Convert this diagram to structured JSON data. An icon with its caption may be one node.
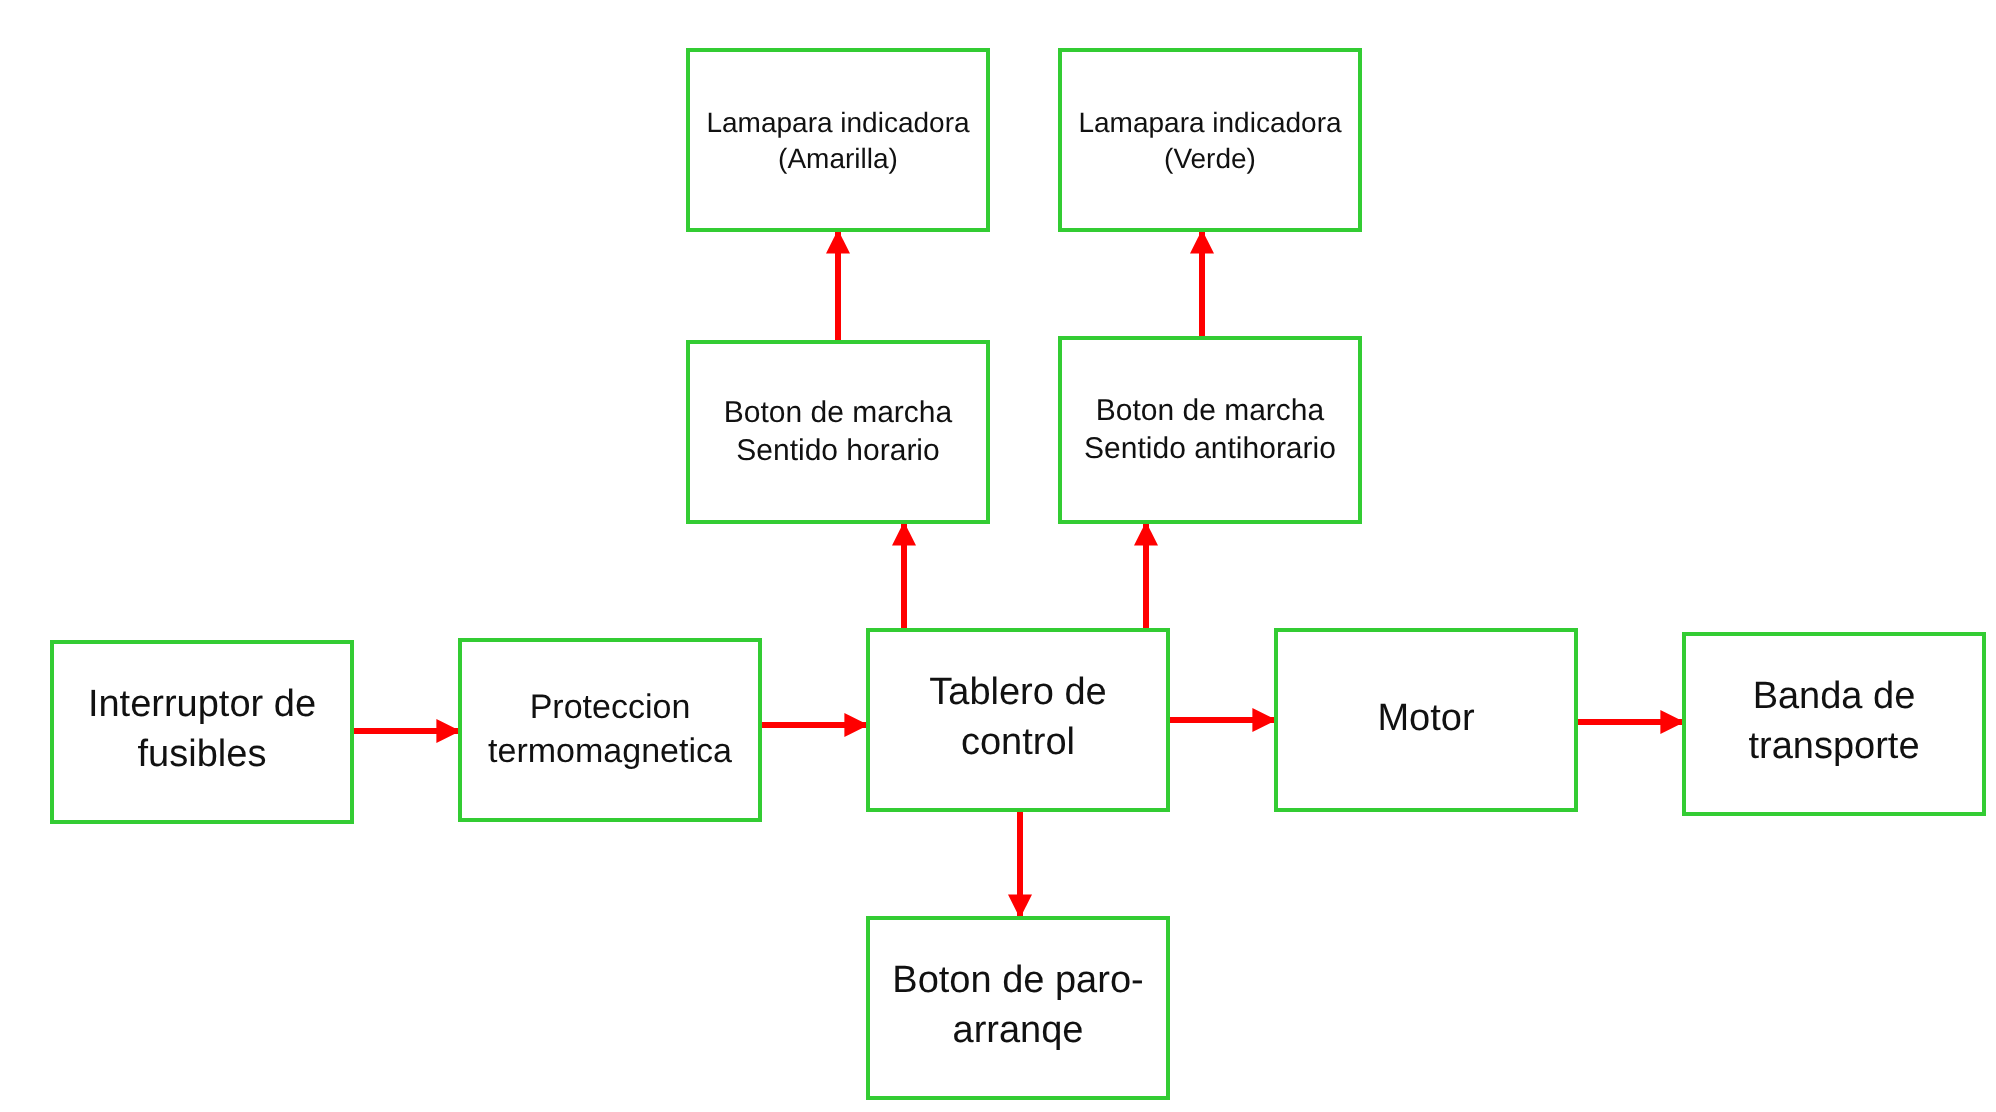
{
  "diagram": {
    "nodes": [
      {
        "text": [
          "Interruptor de fusibles"
        ]
      },
      {
        "text": [
          "Proteccion termomagnetica"
        ]
      },
      {
        "text": [
          "Tablero de control"
        ]
      },
      {
        "text": [
          "Motor"
        ]
      },
      {
        "text": [
          "Banda de transporte"
        ]
      },
      {
        "text": [
          "Boton de marcha Sentido horario"
        ]
      },
      {
        "text": [
          "Boton de marcha Sentido antihorario"
        ]
      },
      {
        "text": [
          "Lamapara indicadora (Amarilla)"
        ]
      },
      {
        "text": [
          "Lamapara indicadora (Verde)"
        ]
      },
      {
        "text": [
          "Boton de paro-arranqe"
        ]
      }
    ],
    "edges": [
      {
        "from": 0,
        "to": 1,
        "arrow": "to"
      },
      {
        "from": 1,
        "to": 2,
        "arrow": "to"
      },
      {
        "from": 2,
        "to": 3,
        "arrow": "to"
      },
      {
        "from": 3,
        "to": 4,
        "arrow": "to"
      },
      {
        "from": 2,
        "to": 5,
        "arrow": "to"
      },
      {
        "from": 2,
        "to": 6,
        "arrow": "to"
      },
      {
        "from": 5,
        "to": 7,
        "arrow": "to"
      },
      {
        "from": 6,
        "to": 8,
        "arrow": "to"
      },
      {
        "from": 2,
        "to": 9,
        "arrow": "to"
      }
    ]
  }
}
